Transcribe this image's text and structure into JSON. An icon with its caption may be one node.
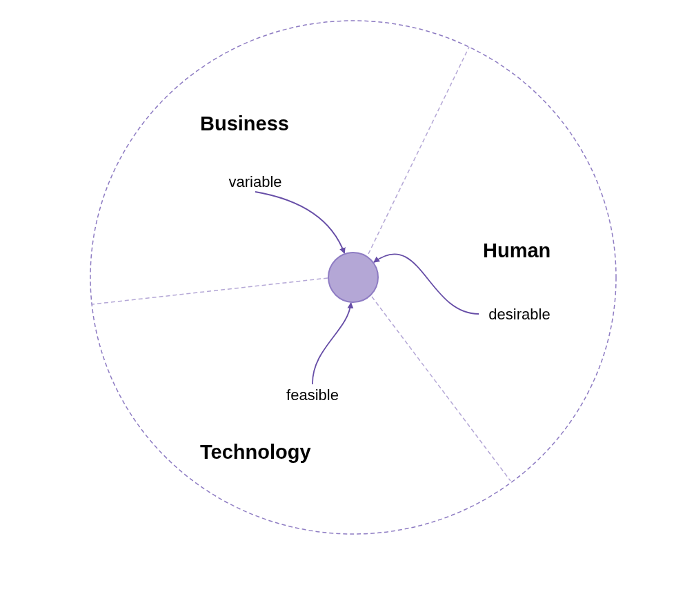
{
  "diagram": {
    "nodes": [
      {
        "text": [
          "variable"
        ]
      },
      {
        "text": [],
        "shape": "circle"
      },
      {
        "text": [
          "desirable"
        ]
      },
      {
        "text": [
          "feasible"
        ]
      }
    ],
    "edges": [
      {
        "from": 0,
        "to": 1,
        "arrow": "to"
      },
      {
        "from": 2,
        "to": 1,
        "arrow": "to"
      },
      {
        "from": 3,
        "to": 1,
        "arrow": "to"
      }
    ],
    "labels": [
      "Business",
      "Human",
      "Technology"
    ]
  }
}
